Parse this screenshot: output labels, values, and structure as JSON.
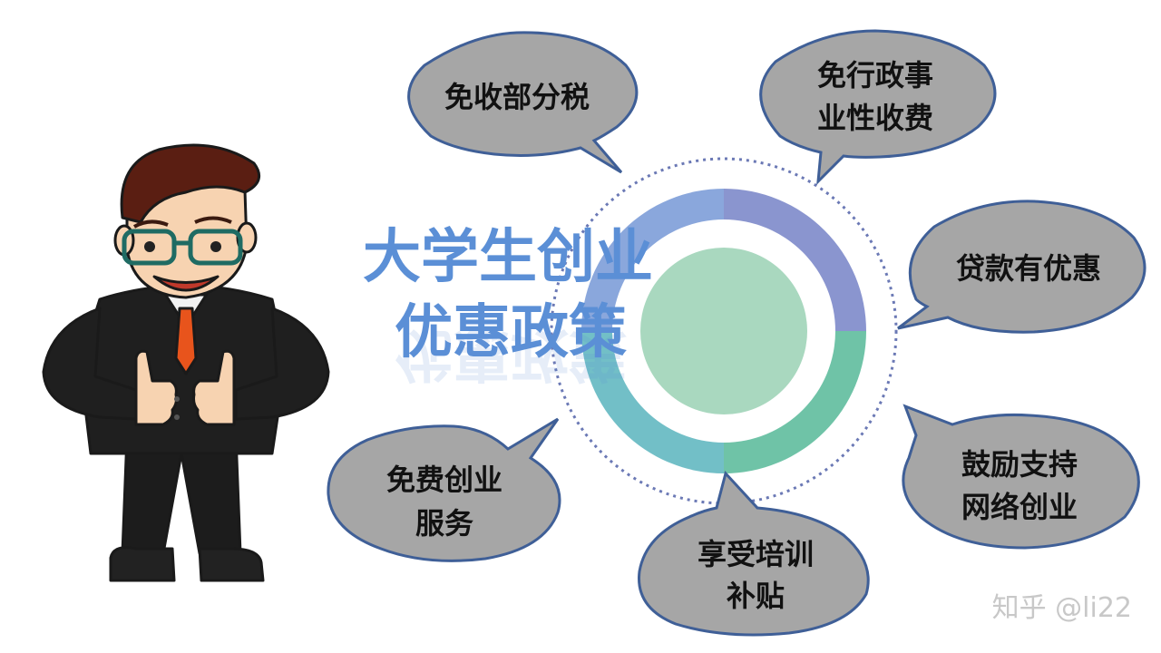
{
  "title": {
    "line1": "大学生创业",
    "line2": "优惠政策"
  },
  "bubbles": [
    {
      "lines": [
        "免收部分税"
      ]
    },
    {
      "lines": [
        "免行政事",
        "业性收费"
      ]
    },
    {
      "lines": [
        "贷款有优惠"
      ]
    },
    {
      "lines": [
        "鼓励支持",
        "网络创业"
      ]
    },
    {
      "lines": [
        "享受培训",
        "补贴"
      ]
    },
    {
      "lines": [
        "免费创业",
        "服务"
      ]
    }
  ],
  "watermark": "知乎 @li22",
  "colors": {
    "bubble_fill": "#a6a6a6",
    "bubble_stroke": "#3f5f97",
    "ring_purple": "#8a95cf",
    "ring_green": "#6fc3a7",
    "ring_teal": "#72bfc7",
    "ring_blue": "#8aa7dc",
    "center_circle": "#a9d8bf",
    "title": "#5b8fd6"
  }
}
